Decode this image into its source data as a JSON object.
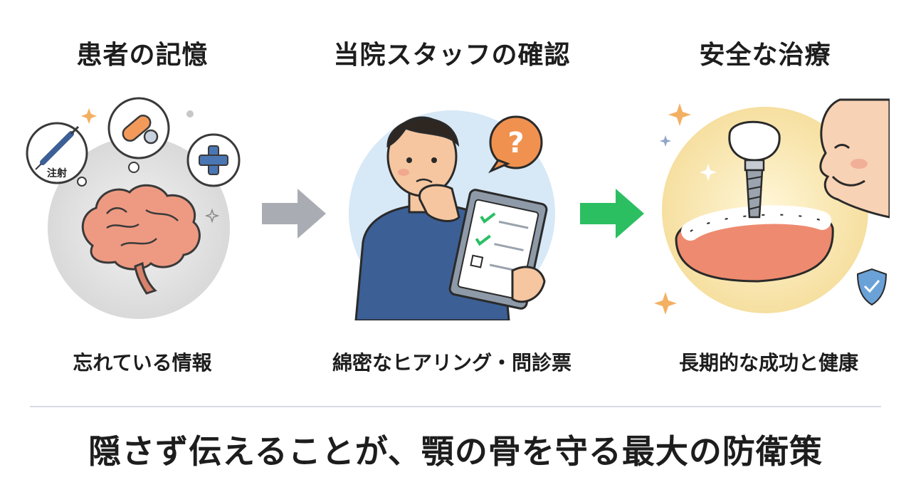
{
  "columns": [
    {
      "title": "患者の記憶",
      "caption": "忘れている情報",
      "bubble_label": "注射"
    },
    {
      "title": "当院スタッフの確認",
      "caption": "綿密なヒアリング・問診票",
      "bubble_label": "?"
    },
    {
      "title": "安全な治療",
      "caption": "長期的な成功と健康"
    }
  ],
  "footer": {
    "message": "隠さず伝えることが、顎の骨を守る最大の防衛策"
  },
  "colors": {
    "arrow_gray": "#a9adb3",
    "arrow_green": "#2bbf62",
    "scrubs": "#3c5f96",
    "brain": "#ee9a82",
    "gum": "#ee8a6f"
  }
}
